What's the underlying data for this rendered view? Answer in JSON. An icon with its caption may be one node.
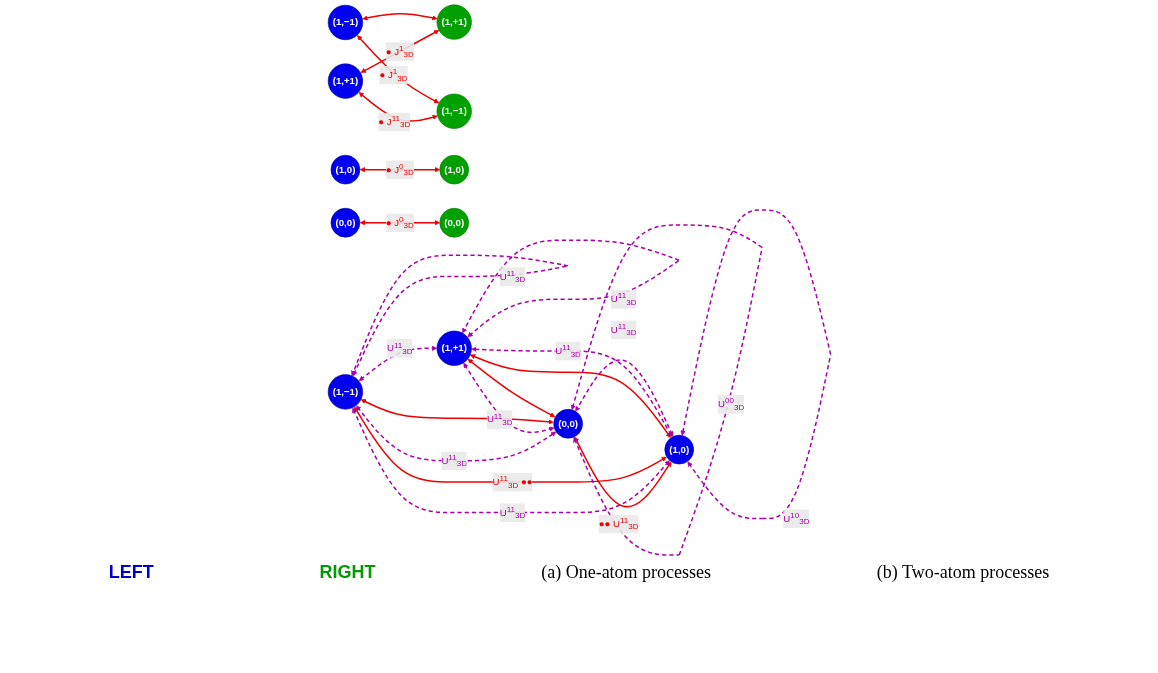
{
  "diagram": {
    "nodes": [
      {
        "text": [
          "(1,+1)"
        ]
      },
      {
        "text": [
          "(1,+1)"
        ]
      },
      {
        "text": [
          "(1,−1)"
        ]
      },
      {
        "text": [
          "(1,−1)"
        ]
      },
      {
        "text": [
          "(1,0)"
        ]
      },
      {
        "text": [
          "(1,0)"
        ]
      },
      {
        "text": [
          "(0,0)"
        ]
      },
      {
        "text": [
          "(0,0)"
        ]
      },
      {
        "text": [
          "(1,−1)"
        ]
      },
      {
        "text": [
          "(1,0)"
        ]
      },
      {
        "text": [
          "(1,+1)"
        ]
      },
      {
        "text": [
          "(0,0)"
        ]
      }
    ],
    "edges": [
      {
        "from": 0,
        "to": 1,
        "arrow": "both",
        "label": "● J$^{1}$$_{3D}$"
      },
      {
        "from": 0,
        "to": 3,
        "arrow": "both",
        "label": "● J$^{11}$$_{3D}$"
      },
      {
        "from": 2,
        "to": 1,
        "arrow": "both"
      },
      {
        "from": 2,
        "to": 3,
        "arrow": "both",
        "label": "● J$^{1}$$_{3D}$"
      },
      {
        "from": 4,
        "to": 5,
        "arrow": "both",
        "label": "● J$^{0}$$_{3D}$"
      },
      {
        "from": 6,
        "to": 7,
        "arrow": "both",
        "label": "● J$^{0}$$_{3D}$"
      },
      {
        "from": 9,
        "to": 8,
        "arrow": "both",
        "label": "U$^{11}$$_{3D}$ ●●"
      },
      {
        "from": 9,
        "to": 10,
        "arrow": "both"
      },
      {
        "from": 11,
        "to": 8,
        "arrow": "both"
      },
      {
        "from": 11,
        "to": 10,
        "arrow": "both"
      },
      {
        "from": 11,
        "to": 9,
        "arrow": "both",
        "label": "●● U$^{11}$$_{3D}$"
      },
      {
        "from": 8,
        "to": 10,
        "arrow": "both",
        "label": "U$^{11}$$_{3D}$",
        "style": "dashed",
        "color": "#aa00aa"
      },
      {
        "from": 9,
        "to": 9,
        "arrow": "both",
        "label": "U$^{10}$$_{3D}$",
        "style": "dashed",
        "color": "#aa00aa"
      },
      {
        "from": 8,
        "to": 8,
        "arrow": "both",
        "label": "U$^{11}$$_{3D}$",
        "style": "dashed",
        "color": "#aa00aa"
      },
      {
        "from": 8,
        "to": 9,
        "arrow": "both",
        "label": "U$^{11}$$_{3D}$",
        "style": "dashed",
        "color": "#aa00aa"
      },
      {
        "from": 9,
        "to": 10,
        "arrow": "both",
        "label": "U$^{11}$$_{3D}$",
        "style": "dashed",
        "color": "#aa00aa"
      },
      {
        "from": 10,
        "to": 10,
        "arrow": "both",
        "label": "U$^{11}$$_{3D}$",
        "style": "dashed",
        "color": "#aa00aa"
      },
      {
        "from": 9,
        "to": 11,
        "arrow": "both",
        "label": "U$^{11}$$_{3D}$",
        "style": "dashed",
        "color": "#aa00aa"
      },
      {
        "from": 8,
        "to": 11,
        "arrow": "both",
        "label": "U$^{11}$$_{3D}$",
        "style": "dashed",
        "color": "#aa00aa"
      },
      {
        "from": 10,
        "to": 11,
        "arrow": "both",
        "label": "U$^{11}$$_{3D}$",
        "style": "dashed",
        "color": "#aa00aa"
      },
      {
        "from": 11,
        "to": 11,
        "arrow": "both",
        "label": "U$^{00}$$_{3D}$",
        "style": "dashed",
        "color": "#aa00aa"
      }
    ],
    "labels": [
      "LEFT",
      "RIGHT",
      "(a) One-atom processes",
      "(b) Two-atom processes"
    ]
  }
}
